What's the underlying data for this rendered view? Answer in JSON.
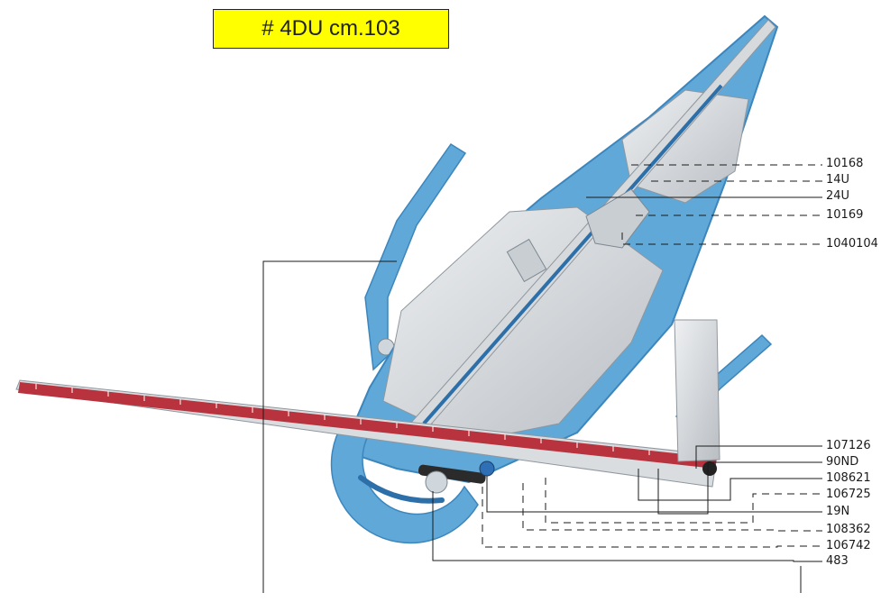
{
  "title": "# 4DU cm.103",
  "colors": {
    "highlight": "#ffff00",
    "cutter_body": "#5fa8d8",
    "cutter_body_dark": "#3c86bd",
    "aluminium": "#d6dadd",
    "ruler_red": "#b8333d",
    "leader_line": "#1a1a1a"
  },
  "parts": [
    {
      "code": "10168",
      "leader": "dashed"
    },
    {
      "code": "14U",
      "leader": "dashed"
    },
    {
      "code": "24U",
      "leader": "solid"
    },
    {
      "code": "10169",
      "leader": "dashed"
    },
    {
      "code": "1040104",
      "leader": "dashed"
    },
    {
      "code": "107126",
      "leader": "solid"
    },
    {
      "code": "90ND",
      "leader": "solid"
    },
    {
      "code": "108621",
      "leader": "solid"
    },
    {
      "code": "106725",
      "leader": "dashed"
    },
    {
      "code": "19N",
      "leader": "solid"
    },
    {
      "code": "108362",
      "leader": "dashed"
    },
    {
      "code": "106742",
      "leader": "dashed"
    },
    {
      "code": "483",
      "leader": "solid"
    }
  ]
}
